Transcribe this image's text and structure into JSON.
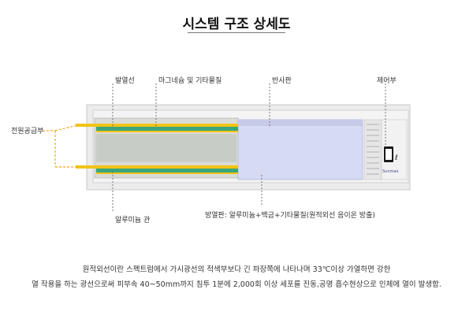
{
  "title": "시스템 구조 상세도",
  "labels": {
    "heating_wire": "발열선",
    "magnesium": "마그네슘 및 기타물질",
    "reflector": "반사판",
    "controller": "제어부",
    "power_supply": "전원공급부",
    "aluminum_tube": "알루미늄 관",
    "radiator": "방열판: 알루미늄+백금+기타물질(원적외선 음이온 방출)"
  },
  "brand": "Sunmax",
  "description": {
    "line1": "원적외선이란 스펙트럼에서 가시광선의 적색부보다 긴 파장쪽에 나타나며 33℃이상 가열하면 강한",
    "line2": "열 작용을 하는 광선으로써 피부속 40~50mm까지 침투 1분에 2,000회 이상 세포를 진동,공명 흡수현상으로 인체에 열이 발생함."
  },
  "colors": {
    "tube_yellow": "#f2c318",
    "tube_green": "#3aa679",
    "leader_orange": "#f5a81c",
    "panel": "#d7daf3",
    "housing": "#ececec"
  }
}
